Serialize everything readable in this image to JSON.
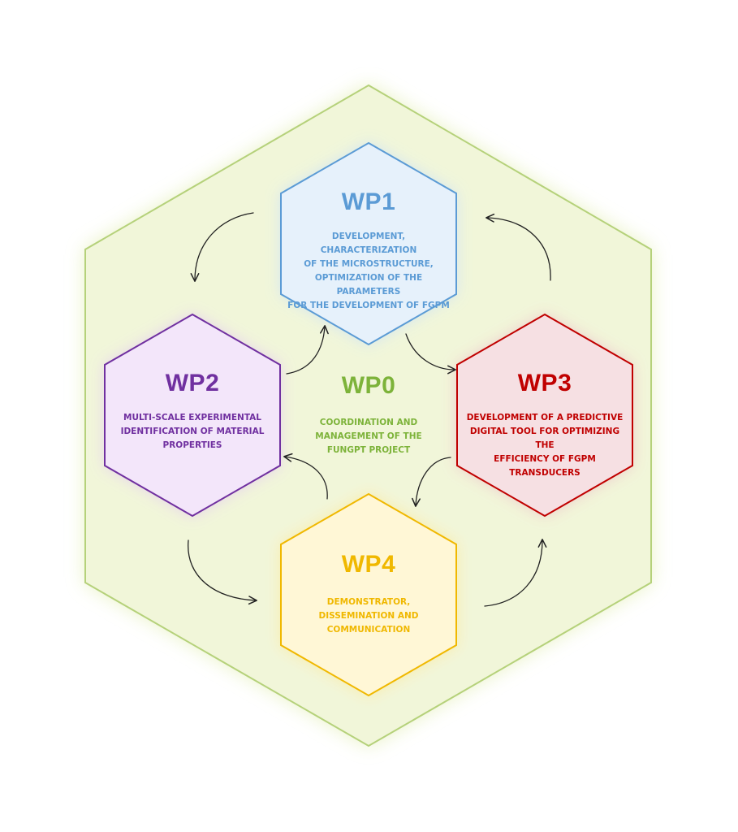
{
  "colors": {
    "wp0": "#7db33a",
    "wp0_fill": "#f1f6d9",
    "wp0_stroke": "#b5d17a",
    "wp1": "#5b9bd5",
    "wp1_fill": "#e6f1fb",
    "wp2": "#7030a0",
    "wp2_fill": "#f3e6fa",
    "wp3": "#c00000",
    "wp3_fill": "#f6e0e3",
    "wp4": "#f0b800",
    "wp4_fill": "#fff7d6",
    "arrow": "#222222"
  },
  "wp0": {
    "title": "WP0",
    "desc": "Coordination and\nmanagement of the\nFunGPT project"
  },
  "wp1": {
    "title": "WP1",
    "desc": "Development, characterization\nof the microstructure,\noptimization of the parameters\nfor the development of FGPM"
  },
  "wp2": {
    "title": "WP2",
    "desc": "Multi-scale experimental\nidentification of material\nproperties"
  },
  "wp3": {
    "title": "WP3",
    "desc": "Development of a predictive\ndigital tool for optimizing the\nefficiency of FGPM transducers"
  },
  "wp4": {
    "title": "WP4",
    "desc": "Demonstrator,\ndissemination and\ncommunication"
  }
}
